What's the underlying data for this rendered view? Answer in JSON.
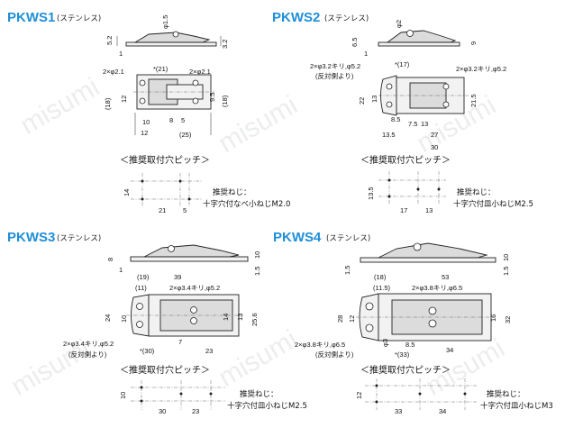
{
  "watermark": "misumi",
  "panels": [
    {
      "model": "PKWS1",
      "material": "(ステンレス)",
      "side_dims": [
        "5.2",
        "1",
        "φ1.5",
        "3.2"
      ],
      "top_dims": [
        "2×φ2.1",
        "*(21)",
        "2×φ2.1",
        "(18)",
        "12",
        "9.5",
        "(18)",
        "10",
        "8",
        "5",
        "12",
        "(25)"
      ],
      "pitch_title": "＜推奨取付穴ピッチ＞",
      "pitch_dims": [
        "14",
        "21",
        "5"
      ],
      "screw_label": "推奨ねじ：",
      "screw": "十字穴付なべ小ねじM2.0"
    },
    {
      "model": "PKWS2",
      "material": "(ステンレス)",
      "side_dims": [
        "6.5",
        "1",
        "φ2",
        "9"
      ],
      "top_dims": [
        "2×φ3.2キリ,φ5.2",
        "(反対側より)",
        "*(17)",
        "2×φ3.2キリ,φ5.2",
        "22",
        "13",
        "21.5",
        "8.5",
        "7.5",
        "13",
        "13.5",
        "27",
        "30"
      ],
      "pitch_title": "＜推奨取付穴ピッチ＞",
      "pitch_dims": [
        "13.5",
        "17",
        "13"
      ],
      "screw_label": "推奨ねじ：",
      "screw": "十字穴付皿小ねじM2.5"
    },
    {
      "model": "PKWS3",
      "material": "(ステンレス)",
      "side_dims": [
        "8",
        "1",
        "10",
        "1.5"
      ],
      "top_dims": [
        "(19)",
        "39",
        "2×φ3.4キリ,φ5.2",
        "(11)",
        "24",
        "10",
        "14",
        "13",
        "25.6",
        "2×φ3.4キリ,φ5.2",
        "(反対側より)",
        "*(30)",
        "7",
        "23"
      ],
      "pitch_title": "＜推奨取付穴ピッチ＞",
      "pitch_dims": [
        "10",
        "30",
        "23"
      ],
      "screw_label": "推奨ねじ：",
      "screw": "十字穴付皿小ねじM2.5"
    },
    {
      "model": "PKWS4",
      "material": "(ステンレス)",
      "side_dims": [
        "1.5",
        "10",
        "1.5"
      ],
      "top_dims": [
        "(18)",
        "53",
        "(11.5)",
        "2×φ3.8キリ,φ6.5",
        "28",
        "12",
        "16",
        "32",
        "2×φ3.8キリ,φ6.5",
        "(反対側より)",
        "φ3",
        "*(33)",
        "8.5",
        "34"
      ],
      "pitch_title": "＜推奨取付穴ピッチ＞",
      "pitch_dims": [
        "12",
        "33",
        "34"
      ],
      "screw_label": "推奨ねじ：",
      "screw": "十字穴付皿小ねじM3"
    }
  ]
}
